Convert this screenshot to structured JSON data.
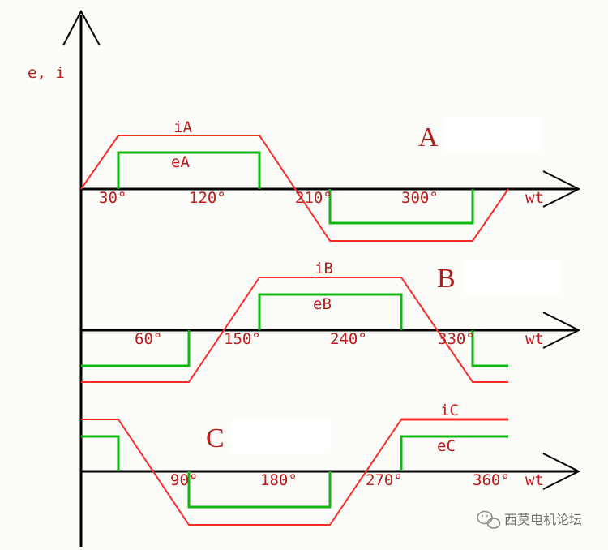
{
  "colors": {
    "background": "#fcfcf8",
    "axis": "#000000",
    "current": "#ff2a2a",
    "emf": "#12b812",
    "label": "#b81c1c",
    "panel": "#ffffff"
  },
  "y_axis_label": "e, i",
  "phases": [
    {
      "id": "A",
      "label": "A",
      "current_label": "iA",
      "emf_label": "eA",
      "axis_label": "wt",
      "tick_labels": [
        "30°",
        "120°",
        "210°",
        "300°"
      ]
    },
    {
      "id": "B",
      "label": "B",
      "current_label": "iB",
      "emf_label": "eB",
      "axis_label": "wt",
      "tick_labels": [
        "60°",
        "150°",
        "240°",
        "330°"
      ]
    },
    {
      "id": "C",
      "label": "C",
      "current_label": "iC",
      "emf_label": "eC",
      "axis_label": "wt",
      "tick_labels": [
        "90°",
        "180°",
        "270°",
        "360°"
      ]
    }
  ],
  "watermark": {
    "icon": "wechat-icon",
    "text": "西莫电机论坛"
  }
}
